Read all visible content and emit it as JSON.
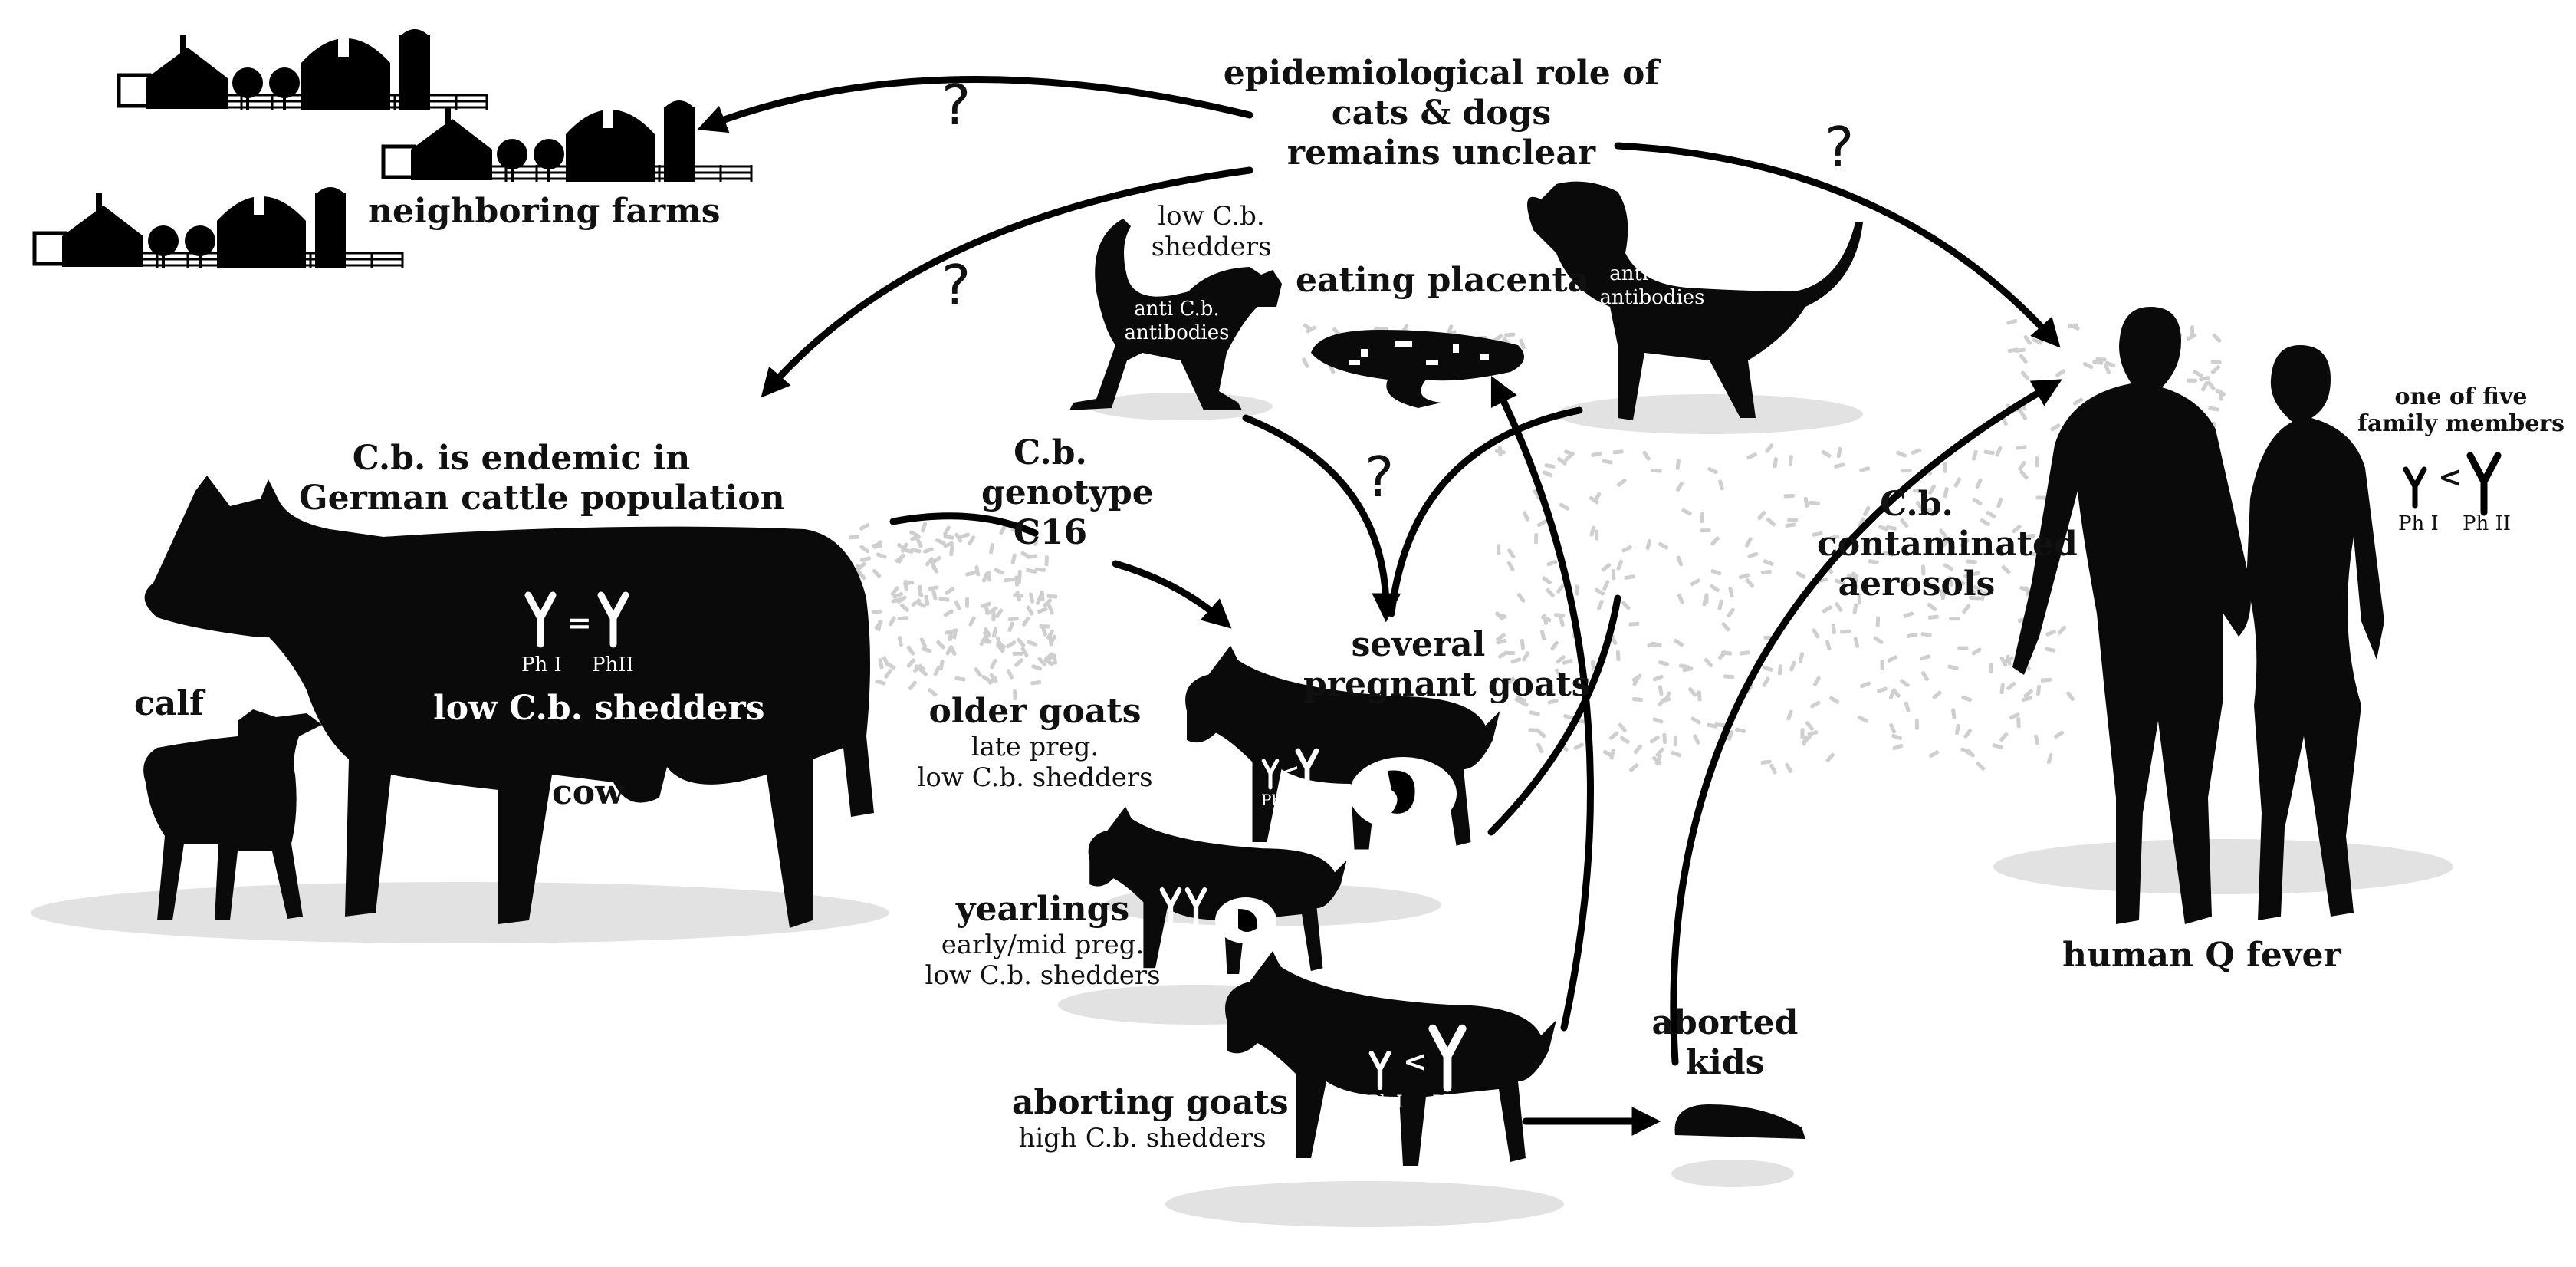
{
  "labels": {
    "epi_role": [
      "epidemiological role of",
      "cats & dogs",
      "remains unclear"
    ],
    "neighboring_farms": "neighboring farms",
    "cat_low": [
      "low C.b.",
      "shedders"
    ],
    "cat_antibodies": [
      "anti C.b.",
      "antibodies"
    ],
    "eating_placenta": "eating placenta",
    "dog_antibodies": [
      "anti C.b.",
      "antibodies"
    ],
    "endemic": [
      "C.b. is endemic in",
      "German cattle population"
    ],
    "genotype": [
      "C.b.",
      "genotype",
      "C16"
    ],
    "several_goats": [
      "several",
      "pregnant goats"
    ],
    "aerosols": [
      "C.b.",
      "contaminated",
      "aerosols"
    ],
    "family": [
      "one of five",
      "family members"
    ],
    "calf": "calf",
    "cow": "cow",
    "low_shedders_cow": "low C.b. shedders",
    "older_goats": {
      "title": "older goats",
      "sub": [
        "late preg.",
        "low C.b. shedders"
      ]
    },
    "yearlings": {
      "title": "yearlings",
      "sub": [
        "early/mid preg.",
        "low C.b. shedders"
      ]
    },
    "aborting": {
      "title": "aborting goats",
      "sub": "high C.b. shedders"
    },
    "aborted_kids": [
      "aborted",
      "kids"
    ],
    "human": "human Q fever"
  },
  "antibody_labels": {
    "ph1": "Ph I",
    "ph2": "Ph II",
    "ph2_compact": "PhII",
    "ph12": "PhI/II",
    "equal": "=",
    "less": "<"
  },
  "question_mark": "?",
  "colors": {
    "silhouette": "#0a0a0a",
    "particle": "#cccccc",
    "shadow": "#dddddd",
    "antibody": "#ffffff"
  }
}
